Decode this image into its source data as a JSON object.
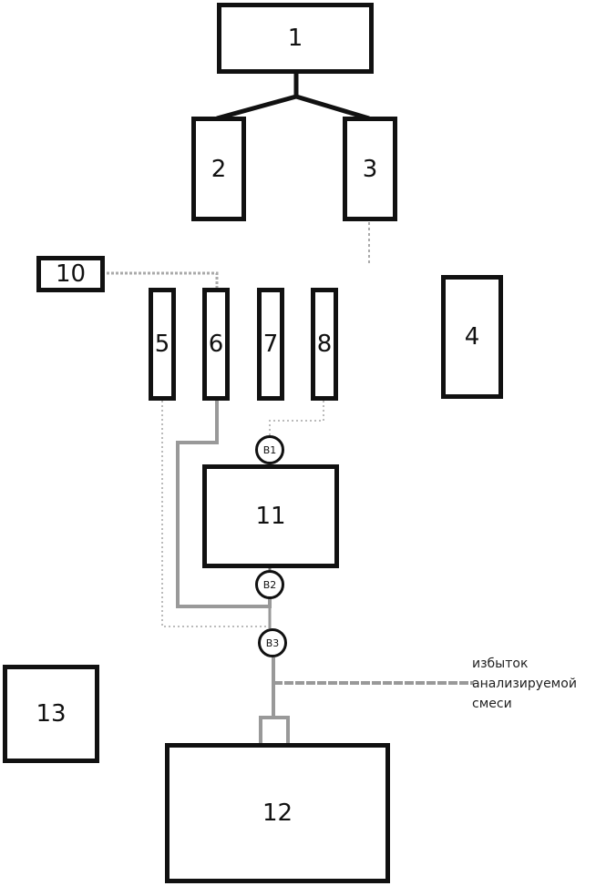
{
  "blocks": {
    "b1": "1",
    "b2": "2",
    "b3": "3",
    "b4": "4",
    "b5": "5",
    "b6": "6",
    "b7": "7",
    "b8": "8",
    "b10": "10",
    "b11": "11",
    "b12": "12",
    "b13": "13"
  },
  "valves": {
    "v1": "B1",
    "v2": "B2",
    "v3": "B3"
  },
  "annotation": {
    "line1": "избыток",
    "line2": "анализируемой",
    "line3": "смеси"
  }
}
